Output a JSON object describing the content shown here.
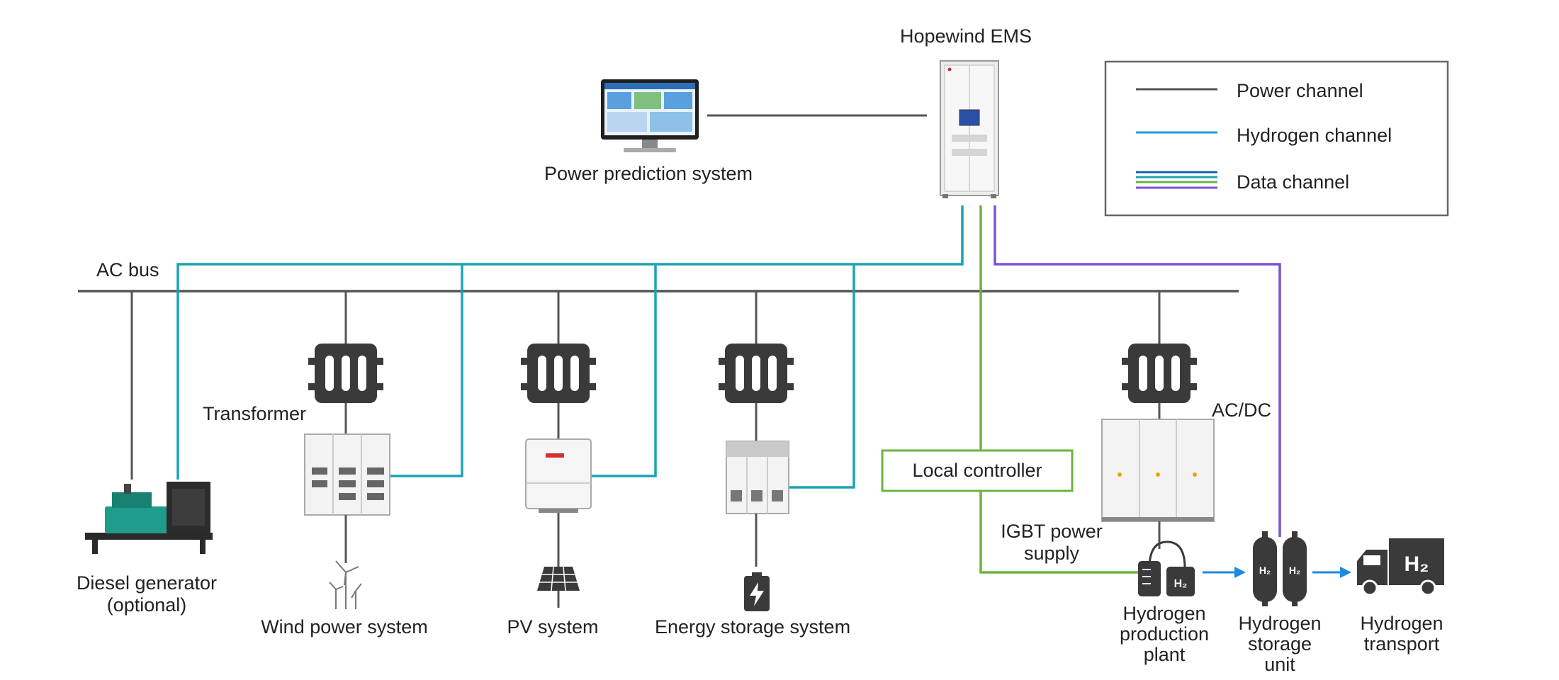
{
  "colors": {
    "power": "#555555",
    "hydrogen": "#1aa3b6",
    "data_green": "#6cb33f",
    "data_purple": "#7a52d6",
    "arrow_blue": "#1e88e5",
    "icon_dark": "#3a3a3a",
    "legend_border": "#666666"
  },
  "legend": {
    "power": "Power channel",
    "hydrogen": "Hydrogen channel",
    "data": "Data channel"
  },
  "labels": {
    "ems": "Hopewind EMS",
    "prediction": "Power prediction system",
    "ac_bus": "AC bus",
    "transformer": "Transformer",
    "acdc": "AC/DC",
    "local_controller": "Local controller",
    "igbt_1": "IGBT power",
    "igbt_2": "supply",
    "diesel_1": "Diesel generator",
    "diesel_2": "(optional)",
    "wind": "Wind power system",
    "pv": "PV system",
    "storage": "Energy storage system",
    "h2_prod_1": "Hydrogen",
    "h2_prod_2": "production",
    "h2_prod_3": "plant",
    "h2_store_1": "Hydrogen",
    "h2_store_2": "storage",
    "h2_store_3": "unit",
    "h2_trans_1": "Hydrogen",
    "h2_trans_2": "transport",
    "h2_tank_mark": "H₂",
    "h2_truck_mark": "H₂"
  }
}
